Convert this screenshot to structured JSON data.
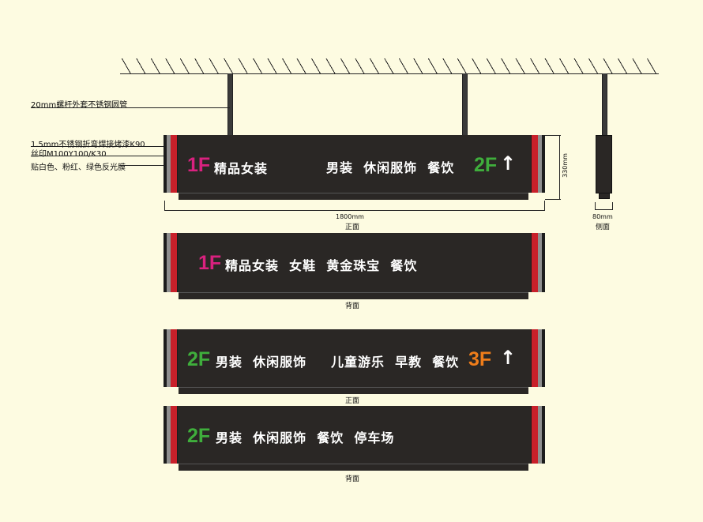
{
  "annotations": {
    "rod_spec": "20mm螺杆外套不锈钢圆管",
    "steel_spec": "1.5mm不锈钢折弯焊接烤漆K90",
    "silkscreen": "丝印M100Y100/K30",
    "film": "贴白色、粉红、绿色反光膜"
  },
  "dimensions": {
    "width": "1800mm",
    "height": "330mm",
    "side_depth": "80mm"
  },
  "captions": {
    "front": "正面",
    "back": "背面",
    "side": "侧面"
  },
  "signs": [
    {
      "view": "正面",
      "floor": "1F",
      "left_text": "精品女装",
      "right_text": "男装  休闲服饰  餐饮",
      "next_floor": "2F",
      "arrow": "↑"
    },
    {
      "view": "背面",
      "floor": "1F",
      "text": "精品女装  女鞋  黄金珠宝  餐饮"
    },
    {
      "view": "正面",
      "floor": "2F",
      "left_text": "男装  休闲服饰",
      "right_text": "儿童游乐  早教  餐饮",
      "next_floor": "3F",
      "arrow": "↑"
    },
    {
      "view": "背面",
      "floor": "2F",
      "text": "男装  休闲服饰  餐饮  停车场"
    }
  ],
  "colors": {
    "background": "#fdfbe1",
    "panel": "#2a2725",
    "pink": "#d9217f",
    "green": "#3fae3c",
    "orange": "#ef7d1a",
    "red_trim": "#c8202a"
  }
}
